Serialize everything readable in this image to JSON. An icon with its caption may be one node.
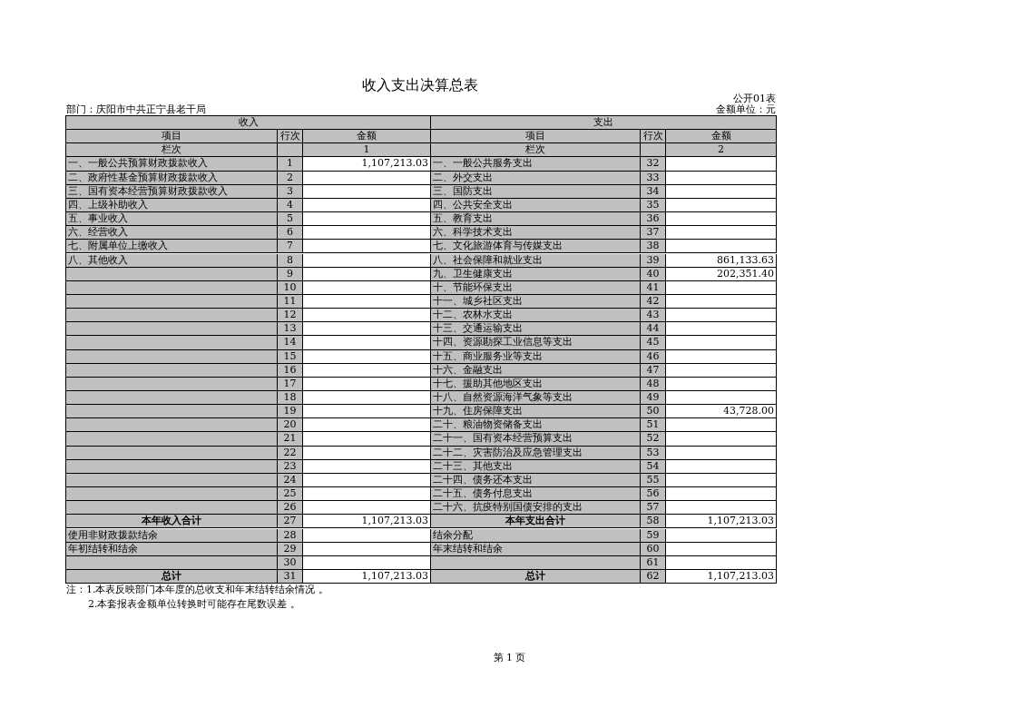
{
  "diagram": {
    "title": "收入支出决算总表",
    "labels": [
      "公开01表",
      "部门：庆阳市中共正宁县老干局",
      "金额单位：元",
      "收入",
      "支出",
      "项目",
      "行次",
      "金额",
      "项目",
      "行次",
      "金额",
      "栏次",
      "1",
      "栏次",
      "2",
      "一、一般公共预算财政拨款收入",
      "1",
      "1,107,213.03",
      "一、一般公共服务支出",
      "32",
      "二、政府性基金预算财政拨款收入",
      "2",
      "二、外交支出",
      "33",
      "三、国有资本经营预算财政拨款收入",
      "3",
      "三、国防支出",
      "34",
      "四、上级补助收入",
      "4",
      "四、公共安全支出",
      "35",
      "五、事业收入",
      "5",
      "五、教育支出",
      "36",
      "六、经营收入",
      "6",
      "六、科学技术支出",
      "37",
      "七、附属单位上缴收入",
      "7",
      "七、文化旅游体育与传媒支出",
      "38",
      "八、其他收入",
      "8",
      "八、社会保障和就业支出",
      "39",
      "861,133.63",
      "9",
      "九、卫生健康支出",
      "40",
      "202,351.40",
      "10",
      "十、节能环保支出",
      "41",
      "11",
      "十一、城乡社区支出",
      "42",
      "12",
      "十二、农林水支出",
      "43",
      "13",
      "十三、交通运输支出",
      "44",
      "14",
      "十四、资源勘探工业信息等支出",
      "45",
      "15",
      "十五、商业服务业等支出",
      "46",
      "16",
      "十六、金融支出",
      "47",
      "17",
      "十七、援助其他地区支出",
      "48",
      "18",
      "十八、自然资源海洋气象等支出",
      "49",
      "19",
      "十九、住房保障支出",
      "50",
      "43,728.00",
      "20",
      "二十、粮油物资储备支出",
      "51",
      "21",
      "二十一、国有资本经营预算支出",
      "52",
      "22",
      "二十二、灾害防治及应急管理支出",
      "53",
      "23",
      "二十三、其他支出",
      "54",
      "24",
      "二十四、债务还本支出",
      "55",
      "25",
      "二十五、债务付息支出",
      "56",
      "26",
      "二十六、抗疫特别国债安排的支出",
      "57",
      "本年收入合计",
      "27",
      "1,107,213.03",
      "本年支出合计",
      "58",
      "1,107,213.03",
      "使用非财政拨款结余",
      "28",
      "结余分配",
      "59",
      "年初结转和结余",
      "29",
      "年末结转和结余",
      "60",
      "30",
      "61",
      "总计",
      "31",
      "1,107,213.03",
      "总计",
      "62",
      "1,107,213.03",
      "注：1.本表反映部门本年度的总收支和年末结转结余情况 。",
      "2.本套报表金额单位转换时可能存在尾数误差 。",
      "第 1 页"
    ]
  }
}
